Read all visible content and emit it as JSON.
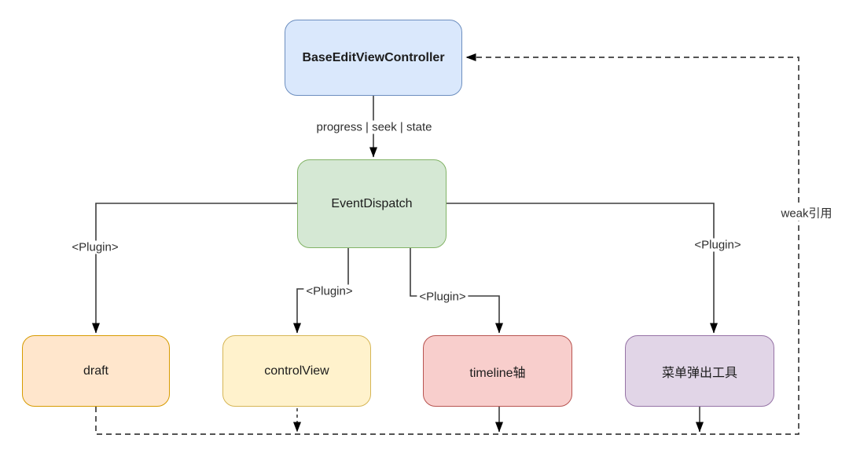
{
  "diagram": {
    "title": "BaseEditViewController plugin architecture",
    "nodes": {
      "base": {
        "label": "BaseEditViewController",
        "fill": "#dae8fc",
        "border": "#6c8ebf"
      },
      "dispatch": {
        "label": "EventDispatch",
        "fill": "#d5e8d4",
        "border": "#82b366"
      },
      "draft": {
        "label": "draft",
        "fill": "#ffe6cc",
        "border": "#d79b00"
      },
      "controlview": {
        "label": "controlView",
        "fill": "#fff2cc",
        "border": "#d6b656"
      },
      "timeline": {
        "label": "timeline轴",
        "fill": "#f8cecc",
        "border": "#b85450"
      },
      "menu": {
        "label": "菜单弹出工具",
        "fill": "#e1d5e7",
        "border": "#9673a6"
      }
    },
    "edge_labels": {
      "progress": "progress | seek | state",
      "plugin_draft": "<Plugin>",
      "plugin_controlview": "<Plugin>",
      "plugin_timeline": "<Plugin>",
      "plugin_menu": "<Plugin>",
      "weak_ref": "weak引用"
    },
    "colors": {
      "line": "#3d3d3d",
      "arrowhead": "#000000",
      "background": "#ffffff"
    }
  }
}
